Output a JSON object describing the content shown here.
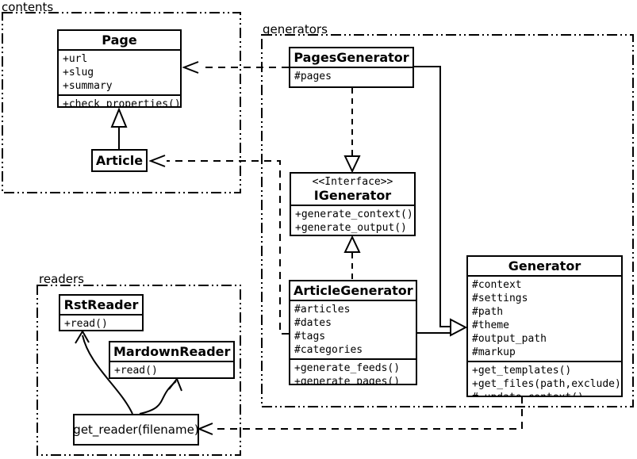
{
  "packages": {
    "contents": {
      "label": "contents"
    },
    "generators": {
      "label": "generators"
    },
    "readers": {
      "label": "readers"
    }
  },
  "classes": {
    "page": {
      "name": "Page",
      "attributes": [
        "+url",
        "+slug",
        "+summary"
      ],
      "methods": [
        "+check_properties()"
      ]
    },
    "article": {
      "name": "Article"
    },
    "pages_generator": {
      "name": "PagesGenerator",
      "attributes": [
        "#pages"
      ]
    },
    "igenerator": {
      "stereotype": "<<Interface>>",
      "name": "IGenerator",
      "methods": [
        "+generate_context()",
        "+generate_output()"
      ]
    },
    "article_generator": {
      "name": "ArticleGenerator",
      "attributes": [
        "#articles",
        "#dates",
        "#tags",
        "#categories"
      ],
      "methods": [
        "+generate_feeds()",
        "+generate_pages()"
      ]
    },
    "generator": {
      "name": "Generator",
      "attributes": [
        "#context",
        "#settings",
        "#path",
        "#theme",
        "#output_path",
        "#markup"
      ],
      "methods": [
        "+get_templates()",
        "+get_files(path,exclude)",
        "#_update_context()"
      ]
    },
    "rst_reader": {
      "name": "RstReader",
      "methods": [
        "+read()"
      ]
    },
    "markdown_reader": {
      "name": "MardownReader",
      "methods": [
        "+read()"
      ]
    },
    "get_reader": {
      "name": "get_reader(filename)"
    }
  },
  "relationships": [
    {
      "from": "Article",
      "to": "Page",
      "type": "generalization",
      "style": "solid"
    },
    {
      "from": "PagesGenerator",
      "to": "Page",
      "type": "dependency",
      "style": "dashed"
    },
    {
      "from": "ArticleGenerator",
      "to": "Article",
      "type": "dependency",
      "style": "dashed"
    },
    {
      "from": "PagesGenerator",
      "to": "IGenerator",
      "type": "realization",
      "style": "dashed"
    },
    {
      "from": "ArticleGenerator",
      "to": "IGenerator",
      "type": "realization",
      "style": "dashed"
    },
    {
      "from": "PagesGenerator",
      "to": "Generator",
      "type": "generalization",
      "style": "solid"
    },
    {
      "from": "ArticleGenerator",
      "to": "Generator",
      "type": "generalization",
      "style": "solid"
    },
    {
      "from": "Generator",
      "to": "get_reader(filename)",
      "type": "dependency",
      "style": "dashed"
    },
    {
      "from": "get_reader(filename)",
      "to": "RstReader",
      "type": "call-arrow",
      "style": "solid-curve"
    },
    {
      "from": "get_reader(filename)",
      "to": "MardownReader",
      "type": "call-arrow",
      "style": "solid-curve"
    }
  ],
  "colors": {
    "line": "#000000",
    "background": "#ffffff"
  }
}
